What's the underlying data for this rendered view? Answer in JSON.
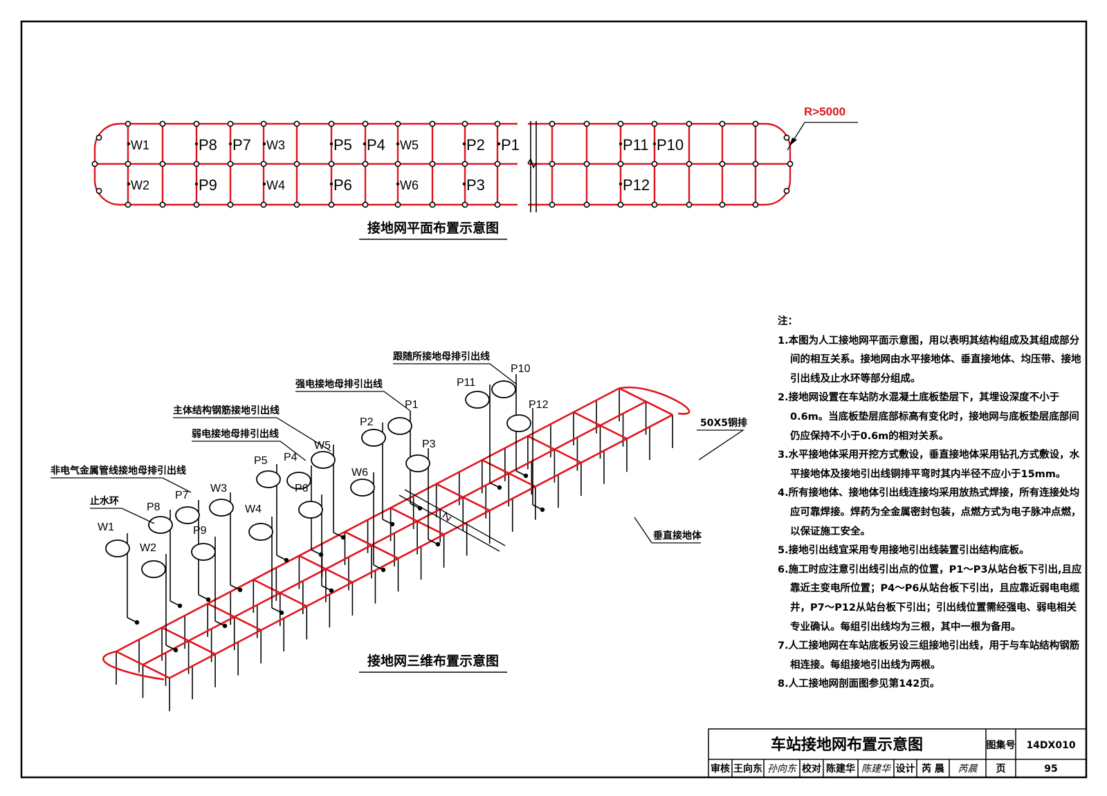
{
  "plan": {
    "title": "接地网平面布置示意图",
    "radius_label": "R>5000",
    "point_labels": [
      {
        "id": "W1",
        "text": "W1"
      },
      {
        "id": "P8",
        "text": "P8"
      },
      {
        "id": "P7",
        "text": "P7"
      },
      {
        "id": "W3",
        "text": "W3"
      },
      {
        "id": "P5",
        "text": "P5"
      },
      {
        "id": "P4",
        "text": "P4"
      },
      {
        "id": "W5",
        "text": "W5"
      },
      {
        "id": "P2",
        "text": "P2"
      },
      {
        "id": "P1",
        "text": "P1"
      },
      {
        "id": "P11",
        "text": "P11"
      },
      {
        "id": "P10",
        "text": "P10"
      },
      {
        "id": "W2",
        "text": "W2"
      },
      {
        "id": "P9",
        "text": "P9"
      },
      {
        "id": "W4",
        "text": "W4"
      },
      {
        "id": "P6",
        "text": "P6"
      },
      {
        "id": "W6",
        "text": "W6"
      },
      {
        "id": "P3",
        "text": "P3"
      },
      {
        "id": "P12",
        "text": "P12"
      }
    ]
  },
  "iso": {
    "title": "接地网三维布置示意图",
    "leader_labels": {
      "follow": "跟随所接地母排引出线",
      "strong": "强电接地母排引出线",
      "structure": "主体结构钢筋接地引出线",
      "weak": "弱电接地母排引出线",
      "nonelectric": "非电气金属管线接地母排引出线",
      "waterstop": "止水环",
      "copper": "50X5铜排",
      "vertical": "垂直接地体"
    },
    "lead_labels": [
      {
        "id": "P10",
        "text": "P10"
      },
      {
        "id": "P11",
        "text": "P11"
      },
      {
        "id": "P12",
        "text": "P12"
      },
      {
        "id": "P1",
        "text": "P1"
      },
      {
        "id": "P2",
        "text": "P2"
      },
      {
        "id": "P3",
        "text": "P3"
      },
      {
        "id": "W5",
        "text": "W5"
      },
      {
        "id": "W6",
        "text": "W6"
      },
      {
        "id": "P4",
        "text": "P4"
      },
      {
        "id": "P5",
        "text": "P5"
      },
      {
        "id": "P6",
        "text": "P6"
      },
      {
        "id": "W3",
        "text": "W3"
      },
      {
        "id": "W4",
        "text": "W4"
      },
      {
        "id": "P7",
        "text": "P7"
      },
      {
        "id": "P8",
        "text": "P8"
      },
      {
        "id": "P9",
        "text": "P9"
      },
      {
        "id": "W1",
        "text": "W1"
      },
      {
        "id": "W2",
        "text": "W2"
      }
    ]
  },
  "notes": {
    "heading": "注：",
    "items": [
      "1.本图为人工接地网平面示意图，用以表明其结构组成及其组成部分间的相互关系。接地网由水平接地体、垂直接地体、均压带、接地引出线及止水环等部分组成。",
      "2.接地网设置在车站防水混凝土底板垫层下，其埋设深度不小于0.6m。当底板垫层底部标高有变化时，接地网与底板垫层底部间仍应保持不小于0.6m的相对关系。",
      "3.水平接地体采用开挖方式敷设，垂直接地体采用钻孔方式敷设，水平接地体及接地引出线铜排平弯时其内半径不应小于15mm。",
      "4.所有接地体、接地体引出线连接均采用放热式焊接，所有连接处均应可靠焊接。焊药为全金属密封包装，点燃方式为电子脉冲点燃，以保证施工安全。",
      "5.接地引出线宜采用专用接地引出线装置引出结构底板。",
      "6.施工时应注意引出线引出点的位置，P1～P3从站台板下引出,且应靠近主变电所位置；P4～P6从站台板下引出，且应靠近弱电电缆井，P7～P12从站台板下引出；引出线位置需经强电、弱电相关专业确认。每组引出线均为三根，其中一根为备用。",
      "7.人工接地网在车站底板另设三组接地引出线，用于与车站结构钢筋相连接。每组接地引出线为两根。",
      "8.人工接地网剖面图参见第142页。"
    ]
  },
  "titleblock": {
    "drawing_title": "车站接地网布置示意图",
    "atlas_label": "图集号",
    "atlas_no": "14DX010",
    "review_label": "审核",
    "reviewer": "王向东",
    "reviewer_sign": "孙向东",
    "check_label": "校对",
    "checker": "陈建华",
    "checker_sign": "陈建华",
    "design_label": "设计",
    "designer": "芮 晨",
    "designer_sign": "芮晨",
    "page_label": "页",
    "page_no": "95"
  },
  "colors": {
    "grid": "#e0141c",
    "ink": "#000000"
  }
}
